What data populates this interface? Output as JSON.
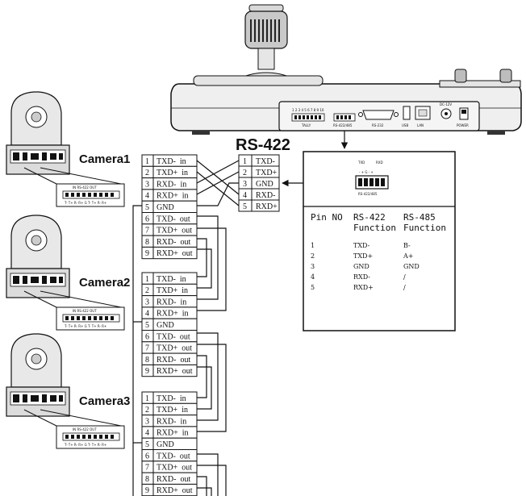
{
  "diagram": {
    "title": "RS-422",
    "controller_ports": [
      {
        "id": "p1",
        "label": "TALLY"
      },
      {
        "id": "p2",
        "label": "RS-422/485"
      },
      {
        "id": "p3",
        "label": "RS-232"
      },
      {
        "id": "p4",
        "label": "USB"
      },
      {
        "id": "p5",
        "label": "LAN"
      },
      {
        "id": "p6",
        "label": "DC-12V"
      },
      {
        "id": "p7",
        "label": "POWER"
      }
    ],
    "controller_tally_pins": "1 2 3 4 5 6 7 8 9 10",
    "controller_pins": [
      {
        "num": "1",
        "label": "TXD-"
      },
      {
        "num": "2",
        "label": "TXD+"
      },
      {
        "num": "3",
        "label": "GND"
      },
      {
        "num": "4",
        "label": "RXD-"
      },
      {
        "num": "5",
        "label": "RXD+"
      }
    ],
    "cameras": [
      {
        "id": "camera1",
        "label": "Camera1"
      },
      {
        "id": "camera2",
        "label": "Camera2"
      },
      {
        "id": "camera3",
        "label": "Camera3"
      }
    ],
    "camera_connector": {
      "header": "IN   RS-422   OUT",
      "pins": "T- T+ R- R+ G T- T+ R- R+"
    },
    "camera_pin_blocks": [
      {
        "id": "cam1-pins",
        "pins": [
          {
            "num": "1",
            "label": "TXD-  in"
          },
          {
            "num": "2",
            "label": "TXD+  in"
          },
          {
            "num": "3",
            "label": "RXD-  in"
          },
          {
            "num": "4",
            "label": "RXD+  in"
          },
          {
            "num": "5",
            "label": "GND"
          },
          {
            "num": "6",
            "label": "TXD-  out"
          },
          {
            "num": "7",
            "label": "TXD+  out"
          },
          {
            "num": "8",
            "label": "RXD-  out"
          },
          {
            "num": "9",
            "label": "RXD+  out"
          }
        ]
      },
      {
        "id": "cam2-pins",
        "pins": [
          {
            "num": "1",
            "label": "TXD-  in"
          },
          {
            "num": "2",
            "label": "TXD+  in"
          },
          {
            "num": "3",
            "label": "RXD-  in"
          },
          {
            "num": "4",
            "label": "RXD+  in"
          },
          {
            "num": "5",
            "label": "GND"
          },
          {
            "num": "6",
            "label": "TXD-  out"
          },
          {
            "num": "7",
            "label": "TXD+  out"
          },
          {
            "num": "8",
            "label": "RXD-  out"
          },
          {
            "num": "9",
            "label": "RXD+  out"
          }
        ]
      },
      {
        "id": "cam3-pins",
        "pins": [
          {
            "num": "1",
            "label": "TXD-  in"
          },
          {
            "num": "2",
            "label": "TXD+  in"
          },
          {
            "num": "3",
            "label": "RXD-  in"
          },
          {
            "num": "4",
            "label": "RXD+  in"
          },
          {
            "num": "5",
            "label": "GND"
          },
          {
            "num": "6",
            "label": "TXD-  out"
          },
          {
            "num": "7",
            "label": "TXD+  out"
          },
          {
            "num": "8",
            "label": "RXD-  out"
          },
          {
            "num": "9",
            "label": "RXD+  out"
          }
        ]
      }
    ],
    "detail": {
      "connector_txd": "TXD",
      "connector_rxd": "RXD",
      "connector_signs": "- + G - +",
      "connector_label": "RS-422/485",
      "header": {
        "pin": "Pin NO",
        "rs422_line1": "RS-422",
        "rs422_line2": "Function",
        "rs485_line1": "RS-485",
        "rs485_line2": "Function"
      },
      "rows": [
        {
          "pin": "1",
          "rs422": "TXD-",
          "rs485": "B-"
        },
        {
          "pin": "2",
          "rs422": "TXD+",
          "rs485": "A+"
        },
        {
          "pin": "3",
          "rs422": "GND",
          "rs485": "GND"
        },
        {
          "pin": "4",
          "rs422": "RXD-",
          "rs485": "/"
        },
        {
          "pin": "5",
          "rs422": "RXD+",
          "rs485": "/"
        }
      ]
    }
  }
}
